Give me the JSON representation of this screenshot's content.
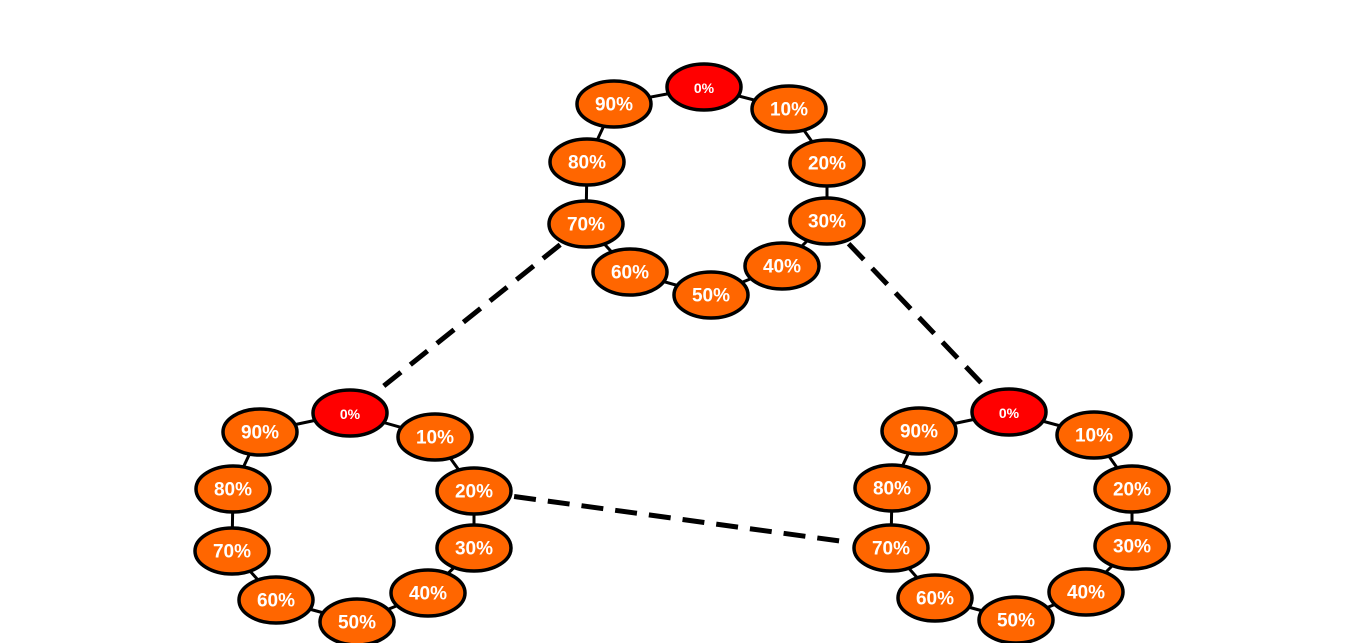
{
  "colors": {
    "start_node": "#ff0000",
    "node": "#ff6600",
    "outline": "#000000"
  },
  "rings": [
    {
      "id": "top",
      "labels": [
        "0%",
        "10%",
        "20%",
        "30%",
        "40%",
        "50%",
        "60%",
        "70%",
        "80%",
        "90%"
      ]
    },
    {
      "id": "left",
      "labels": [
        "0%",
        "10%",
        "20%",
        "30%",
        "40%",
        "50%",
        "60%",
        "70%",
        "80%",
        "90%"
      ]
    },
    {
      "id": "right",
      "labels": [
        "0%",
        "10%",
        "20%",
        "30%",
        "40%",
        "50%",
        "60%",
        "70%",
        "80%",
        "90%"
      ]
    }
  ],
  "connections": [
    {
      "from_ring": "top",
      "from_label": "70%",
      "to_ring": "left",
      "to_label": "0%"
    },
    {
      "from_ring": "top",
      "from_label": "30%",
      "to_ring": "right",
      "to_label": "0%"
    },
    {
      "from_ring": "left",
      "from_label": "20%",
      "to_ring": "right",
      "to_label": "70%"
    }
  ]
}
